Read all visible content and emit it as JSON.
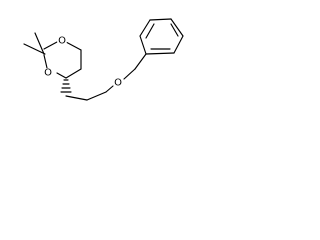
{
  "structure": {
    "atoms": {
      "o_ring_top": "O",
      "o_ring_bottom": "O",
      "o_ether": "O"
    },
    "colors": {
      "bond": "#000000",
      "label": "#000000",
      "background": "#ffffff"
    }
  }
}
